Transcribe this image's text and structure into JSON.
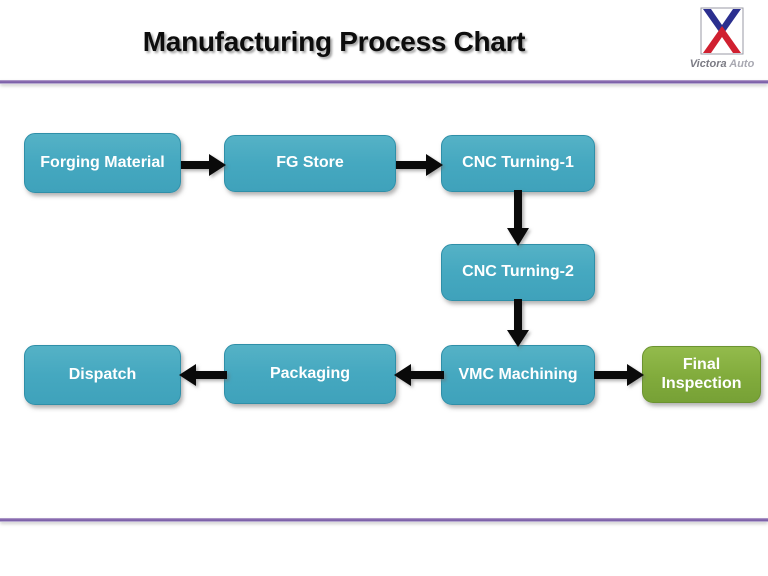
{
  "header": {
    "title": "Manufacturing Process Chart",
    "logo": {
      "name": "victora-auto-logo",
      "wordmark_primary": "Victora",
      "wordmark_secondary": "Auto"
    }
  },
  "theme": {
    "process_box_fill": "#45a8c0",
    "process_box_border": "#2f8fa8",
    "inspection_box_fill": "#81ab3c",
    "inspection_box_border": "#6b9330",
    "divider_color": "#7f5ea8",
    "node_text_color": "#ffffff",
    "title_color": "#0d0d0d",
    "arrow_color": "#0a0a0a",
    "background": "#ffffff"
  },
  "flowchart": {
    "nodes": [
      {
        "id": "forging",
        "label": "Forging Material",
        "label_lines": [
          "Forging",
          "Material"
        ],
        "type": "process"
      },
      {
        "id": "fg-store",
        "label": "FG Store",
        "label_lines": [
          "FG Store"
        ],
        "type": "process"
      },
      {
        "id": "cnc-1",
        "label": "CNC Turning-1",
        "label_lines": [
          "CNC Turning-1"
        ],
        "type": "process"
      },
      {
        "id": "cnc-2",
        "label": "CNC Turning-2",
        "label_lines": [
          "CNC Turning-2"
        ],
        "type": "process"
      },
      {
        "id": "vmc",
        "label": "VMC Machining",
        "label_lines": [
          "VMC",
          "Machining"
        ],
        "type": "process"
      },
      {
        "id": "packaging",
        "label": "Packaging",
        "label_lines": [
          "Packaging"
        ],
        "type": "process"
      },
      {
        "id": "dispatch",
        "label": "Dispatch",
        "label_lines": [
          "Dispatch"
        ],
        "type": "process"
      },
      {
        "id": "final-inspection",
        "label": "Final Inspection",
        "label_lines": [
          "Final",
          "Inspection"
        ],
        "type": "inspection"
      }
    ],
    "edges": [
      {
        "from": "forging",
        "to": "fg-store",
        "direction": "right"
      },
      {
        "from": "fg-store",
        "to": "cnc-1",
        "direction": "right"
      },
      {
        "from": "cnc-1",
        "to": "cnc-2",
        "direction": "down"
      },
      {
        "from": "cnc-2",
        "to": "vmc",
        "direction": "down"
      },
      {
        "from": "vmc",
        "to": "packaging",
        "direction": "left"
      },
      {
        "from": "packaging",
        "to": "dispatch",
        "direction": "left"
      },
      {
        "from": "vmc",
        "to": "final-inspection",
        "direction": "right"
      }
    ]
  }
}
